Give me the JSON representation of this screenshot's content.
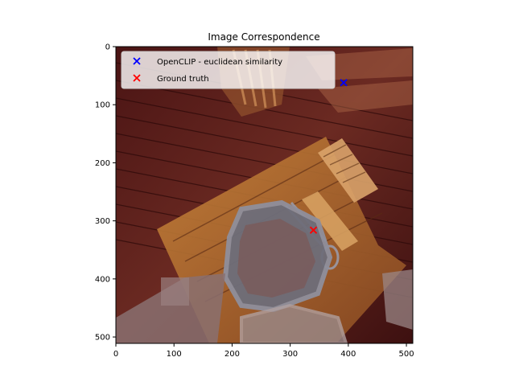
{
  "chart_data": {
    "type": "scatter",
    "title": "Image Correspondence",
    "xlabel": "",
    "ylabel": "",
    "xlim": [
      0,
      511
    ],
    "ylim": [
      511,
      0
    ],
    "y_inverted": true,
    "x_ticks": [
      0,
      100,
      200,
      300,
      400,
      500
    ],
    "y_ticks": [
      0,
      100,
      200,
      300,
      400,
      500
    ],
    "grid": false,
    "legend_position": "top-left",
    "background": "photo of a worn wooden table with a brush, scissors and a gray octagonal tray under a red tint",
    "series": [
      {
        "name": "OpenCLIP - euclidean similarity",
        "marker": "x",
        "color": "#0000ff",
        "points": [
          {
            "x": 392,
            "y": 62
          }
        ]
      },
      {
        "name": "Ground truth",
        "marker": "x",
        "color": "#ff0000",
        "points": [
          {
            "x": 340,
            "y": 316
          }
        ]
      }
    ]
  }
}
